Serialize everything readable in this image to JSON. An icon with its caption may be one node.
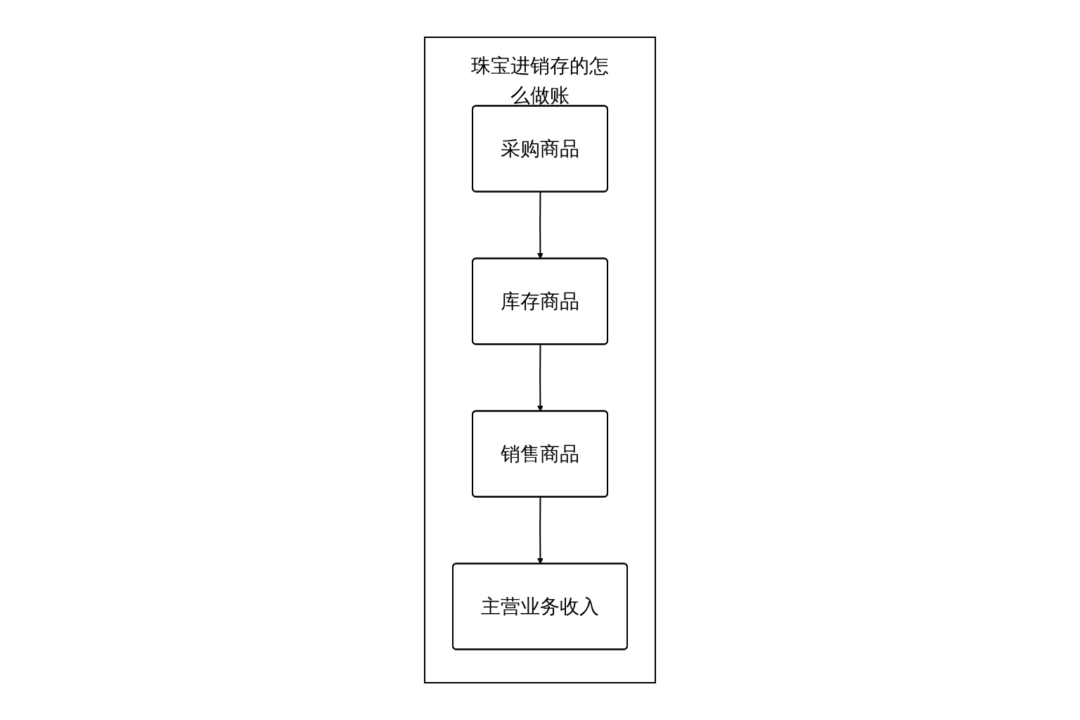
{
  "diagram": {
    "nodes": [
      {
        "text": [
          "珠宝进销存的怎么做账"
        ]
      },
      {
        "text": [
          "采购商品"
        ],
        "in": 0
      },
      {
        "text": [
          "库存商品"
        ],
        "in": 0
      },
      {
        "text": [
          "销售商品"
        ],
        "in": 0
      },
      {
        "text": [
          "主营业务收入"
        ],
        "in": 0
      }
    ],
    "edges": [
      {
        "from": 1,
        "to": 2,
        "arrow": "to"
      },
      {
        "from": 2,
        "to": 3,
        "arrow": "to"
      },
      {
        "from": 3,
        "to": 4,
        "arrow": "to"
      }
    ]
  }
}
